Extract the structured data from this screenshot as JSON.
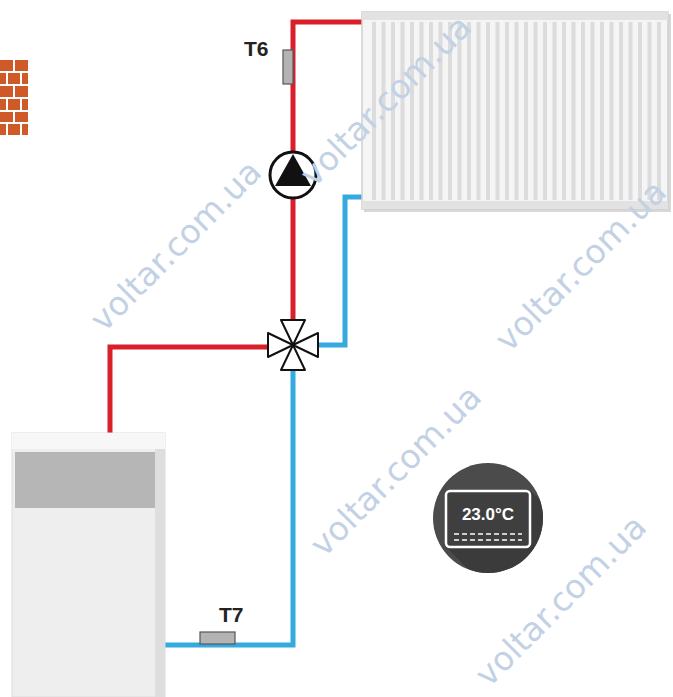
{
  "diagram": {
    "nodes": [
      {
        "text": [
          "23.0°C"
        ]
      }
    ],
    "labels": [
      "T6",
      "T7",
      "voltar.com.ua",
      "voltar.com.ua",
      "voltar.com.ua",
      "voltar.com.ua",
      "voltar.com.ua"
    ]
  }
}
